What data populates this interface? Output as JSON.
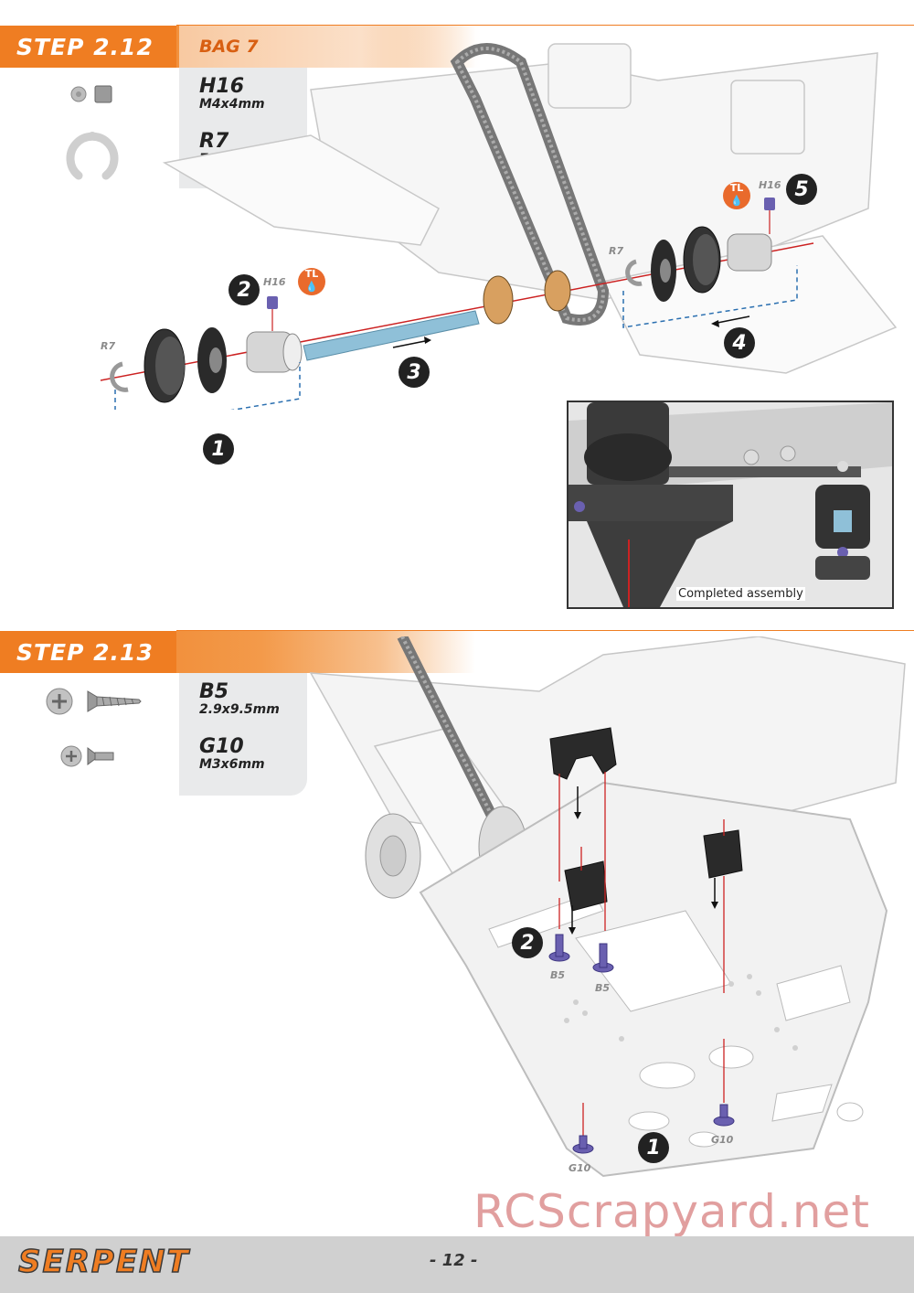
{
  "step_2_12": {
    "title": "STEP 2.12",
    "bag": "BAG 7",
    "parts": [
      {
        "code": "H16",
        "size": "M4x4mm"
      },
      {
        "code": "R7",
        "size": "7mm"
      }
    ],
    "labels": {
      "h16_left": "H16",
      "h16_right": "H16",
      "r7_left": "R7",
      "r7_right": "R7",
      "tl_left": "TL",
      "tl_right": "TL"
    },
    "callouts": [
      "1",
      "2",
      "3",
      "4",
      "5"
    ],
    "inset_caption": "Completed assembly"
  },
  "step_2_13": {
    "title": "STEP 2.13",
    "parts": [
      {
        "code": "B5",
        "size": "2.9x9.5mm"
      },
      {
        "code": "G10",
        "size": "M3x6mm"
      }
    ],
    "labels": {
      "b5_a": "B5",
      "b5_b": "B5",
      "g10_a": "G10",
      "g10_b": "G10"
    },
    "callouts": [
      "1",
      "2"
    ]
  },
  "footer": {
    "brand": "SERPENT",
    "page": "- 12 -",
    "colors": {
      "accent": "#ef7d22",
      "footer_bg": "#d0d0d0"
    }
  },
  "watermark": "RCScrapyard.net",
  "icons": [
    "nut-icon",
    "e-clip-icon",
    "screw-icon",
    "countersunk-screw-icon"
  ]
}
